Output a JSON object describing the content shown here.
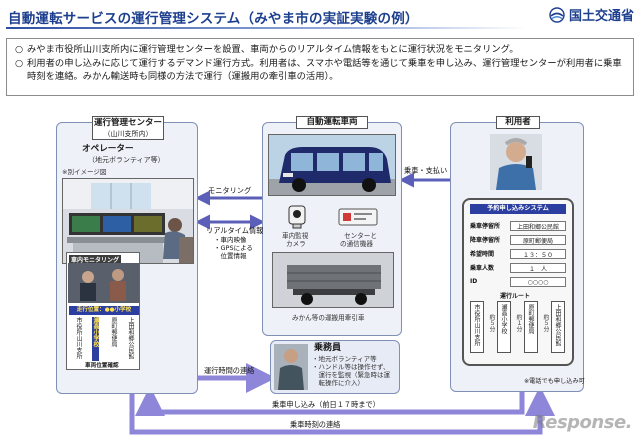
{
  "header": {
    "title": "自動運転サービスの運行管理システム（みやま市の実証実験の例）",
    "logo_text": "国土交通省"
  },
  "notes": [
    {
      "bullet": "○",
      "text": "みやま市役所山川支所内に運行管理センターを設置、車両からのリアルタイム情報をもとに運行状況をモニタリング。"
    },
    {
      "bullet": "○",
      "text": "利用者の申し込みに応じて運行するデマンド運行方式。利用者は、スマホや電話等を通じて乗車を申し込み、運行管理センターが利用者に乗車時刻を連絡。みかん輸送時も同様の方法で運行（運搬用の牽引車の活用）。"
    }
  ],
  "center_panel": {
    "tag_line1": "運行管理センター",
    "tag_line2": "（山川支所内）",
    "operator_line1": "オペレーター",
    "operator_line2": "（地元ボランティア等）",
    "image_note": "※別イメージ図",
    "monitor_title": "車内モニタリング",
    "screen_header": "走行位置：●●小学校",
    "screen_cols": [
      "市役所山川支所",
      "瀬高小学校",
      "原町郵便局",
      "上田和郷公民館"
    ],
    "screen_footer": "車両位置確認"
  },
  "vehicle_panel": {
    "tag": "自動運転車両",
    "cam_label_1": "車内監視",
    "cam_label_2": "カメラ",
    "com_label_1": "センターと",
    "com_label_2": "の通信機器",
    "trailer_caption": "みかん等の運搬用牽引車"
  },
  "user_panel": {
    "tag": "利用者"
  },
  "crew": {
    "title": "乗務員",
    "lines": [
      "・地元ボランティア等",
      "・ハンドル等は操作せず、",
      "　運行を監視（緊急時は運",
      "　転操作に介入）"
    ]
  },
  "arrows": {
    "monitoring": "モニタリング",
    "realtime_1": "リアルタイム情報",
    "realtime_2": "・車内映像",
    "realtime_3": "・GPSによる",
    "realtime_4": "　位置情報",
    "ride_pay": "乗車・支払い",
    "schedule_contact": "運行時間の連絡",
    "ride_request": "乗車申し込み（前日１７時まで）",
    "ride_time_contact": "乗車時刻の連絡"
  },
  "reservation": {
    "title": "予約申し込みシステム",
    "rows": [
      {
        "label": "乗車停留所",
        "value": "上田和郷公民館"
      },
      {
        "label": "降車停留所",
        "value": "原町郵便局"
      },
      {
        "label": "希望時間",
        "value": "１３：５０"
      },
      {
        "label": "乗車人数",
        "value": "１　人"
      },
      {
        "label": "ID",
        "value": "○○○○"
      }
    ],
    "route_title": "運行ルート",
    "route_stops": [
      "市役所山川支所",
      "瀬高小学校",
      "原町郵便局",
      "上田和郷公民館"
    ],
    "minutes": [
      "約５分",
      "約１分",
      "約５分"
    ],
    "phone_note": "※電話でも申し込み可"
  },
  "watermark": "Response."
}
